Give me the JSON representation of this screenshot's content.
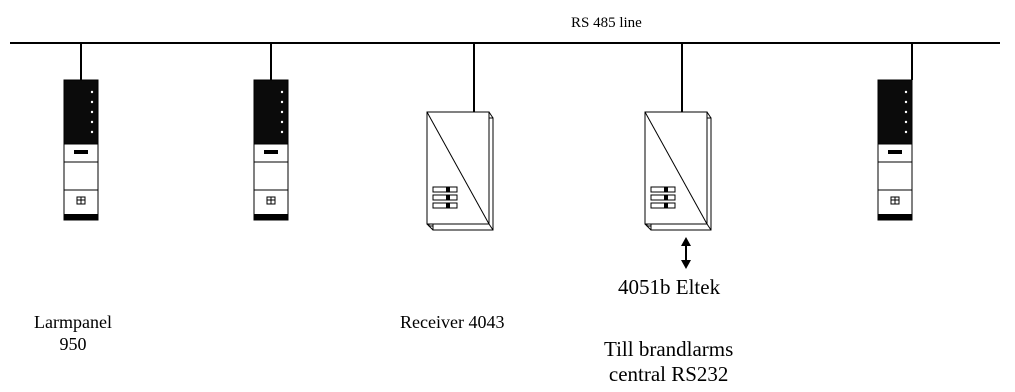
{
  "bus": {
    "label": "RS 485 line"
  },
  "devices": {
    "panel_label_line1": "Larmpanel",
    "panel_label_line2": "950",
    "receiver_label": "Receiver 4043",
    "eltek_label": "4051b Eltek",
    "central_label_line1": "Till brandlarms",
    "central_label_line2": "central RS232"
  },
  "icons": {
    "panel": "alarm-panel-icon",
    "receiver": "receiver-box-icon",
    "interface": "interface-box-icon",
    "arrow": "bidirectional-arrow-icon"
  }
}
